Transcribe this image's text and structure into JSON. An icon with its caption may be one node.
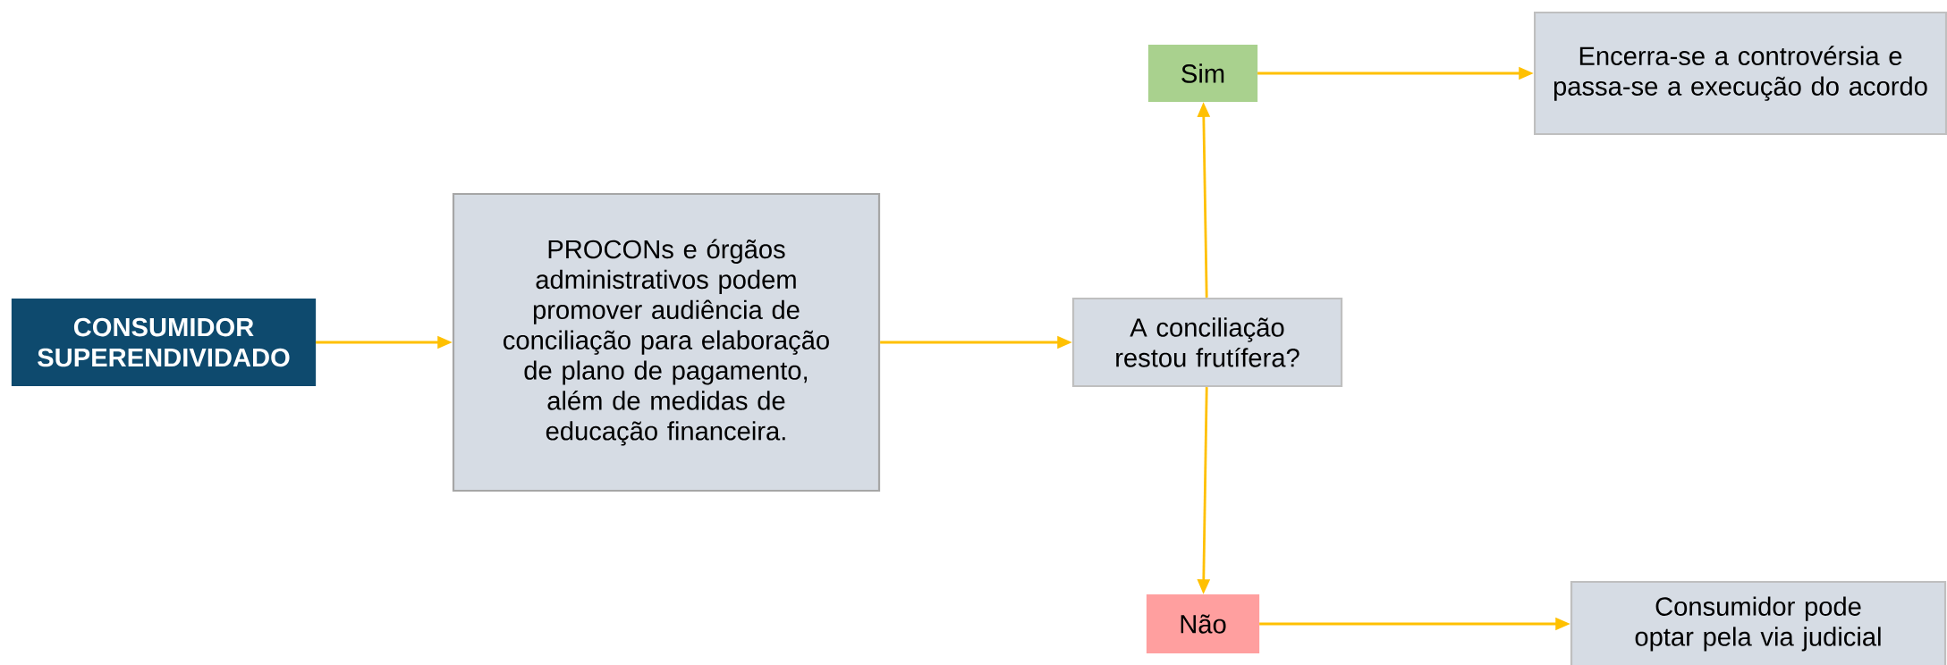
{
  "diagram": {
    "nodes": [
      {
        "text": [
          "CONSUMIDOR SUPERENDIVIDADO"
        ]
      },
      {
        "text": [
          "PROCONs e órgãos administrativos podem promover audiência de conciliação para elaboração de plano de pagamento, além de medidas de educação financeira."
        ]
      },
      {
        "text": [
          "A conciliação restou frutífera?"
        ]
      },
      {
        "text": [
          "Sim"
        ]
      },
      {
        "text": [
          "Encerra-se a controvérsia e passa-se a execução do acordo"
        ]
      },
      {
        "text": [
          "Não"
        ]
      },
      {
        "text": [
          "Consumidor pode optar pela via judicial"
        ]
      }
    ],
    "edges": [
      {
        "from": 0,
        "to": 1,
        "arrow": "to"
      },
      {
        "from": 1,
        "to": 2,
        "arrow": "to"
      },
      {
        "from": 2,
        "to": 3,
        "arrow": "to"
      },
      {
        "from": 3,
        "to": 4,
        "arrow": "to"
      },
      {
        "from": 2,
        "to": 5,
        "arrow": "to"
      },
      {
        "from": 5,
        "to": 6,
        "arrow": "to"
      }
    ]
  }
}
